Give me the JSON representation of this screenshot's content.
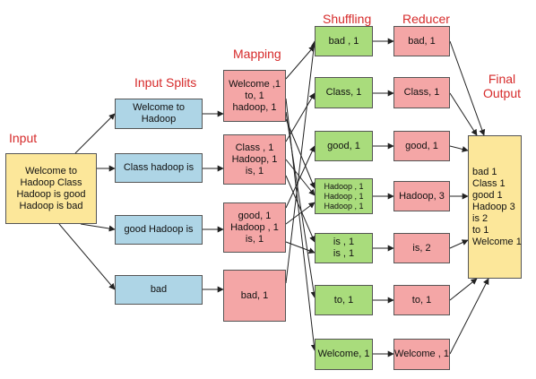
{
  "colors": {
    "title": "#d62a2a",
    "input": "#fce79a",
    "split": "#aed5e6",
    "map": "#f4a6a6",
    "shuffle": "#a9dc7c",
    "reduce": "#f4a6a6",
    "final": "#fce79a",
    "arrow": "#222222"
  },
  "titles": {
    "input": "Input",
    "splits": "Input Splits",
    "mapping": "Mapping",
    "shuffling": "Shuffling",
    "reducer": "Reducer",
    "final_line1": "Final",
    "final_line2": "Output"
  },
  "input": [
    "Welcome to",
    "Hadoop Class",
    "Hadoop is good",
    "Hadoop is bad"
  ],
  "splits": [
    [
      "Welcome to",
      "Hadoop"
    ],
    [
      "Class hadoop is"
    ],
    [
      "good Hadoop is"
    ],
    [
      "bad"
    ]
  ],
  "maps": [
    [
      "Welcome ,1",
      "to, 1",
      "hadoop, 1"
    ],
    [
      "Class , 1",
      "Hadoop, 1",
      "is, 1"
    ],
    [
      "good, 1",
      "Hadoop , 1",
      "is, 1"
    ],
    [
      "bad, 1"
    ]
  ],
  "shuffles": [
    [
      "bad , 1"
    ],
    [
      "Class, 1"
    ],
    [
      "good, 1"
    ],
    [
      "Hadoop , 1",
      "Hadoop , 1",
      "Hadoop , 1"
    ],
    [
      "is , 1",
      "is , 1"
    ],
    [
      "to, 1"
    ],
    [
      "Welcome, 1"
    ]
  ],
  "reduces": [
    "bad, 1",
    "Class, 1",
    "good, 1",
    "Hadoop, 3",
    "is, 2",
    "to, 1",
    "Welcome , 1"
  ],
  "final": [
    "bad 1",
    "Class 1",
    "good 1",
    "Hadoop 3",
    "is 2",
    "to 1",
    "Welcome 1"
  ]
}
